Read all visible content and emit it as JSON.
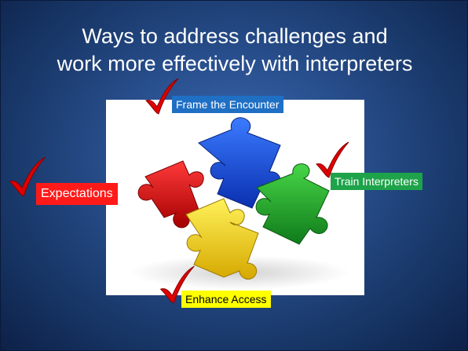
{
  "slide": {
    "title_line1": "Ways to address challenges and",
    "title_line2": "work more effectively with interpreters"
  },
  "labels": {
    "frame": "Frame the Encounter",
    "expectations": "Expectations",
    "train": "Train Interpreters",
    "enhance": "Enhance Access"
  },
  "colors": {
    "background": "#29508f",
    "frame": "#1f6fc4",
    "expectations": "#ff1a1a",
    "train": "#1ea34a",
    "enhance": "#ffff00",
    "check": "#e00000"
  },
  "icons": {
    "image": "puzzle-pieces-image",
    "check": "red-check-mark-icon"
  }
}
